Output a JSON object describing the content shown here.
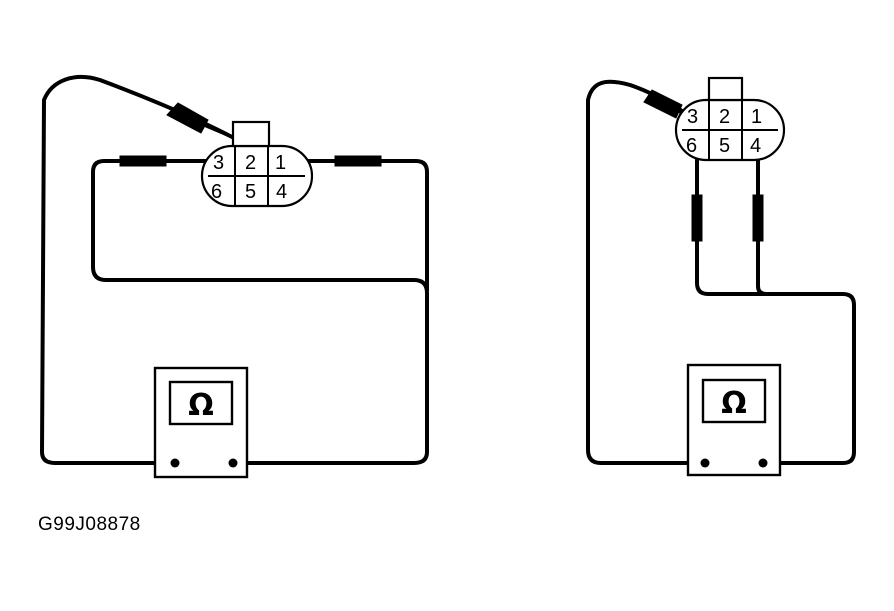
{
  "figure_code": "G99J08878",
  "left_view": {
    "connector_pins_top": [
      "3",
      "2",
      "1"
    ],
    "connector_pins_bottom": [
      "6",
      "5",
      "4"
    ],
    "meter_symbol": "Ω"
  },
  "right_view": {
    "connector_pins_top": [
      "3",
      "2",
      "1"
    ],
    "connector_pins_bottom": [
      "6",
      "5",
      "4"
    ],
    "meter_symbol": "Ω"
  }
}
